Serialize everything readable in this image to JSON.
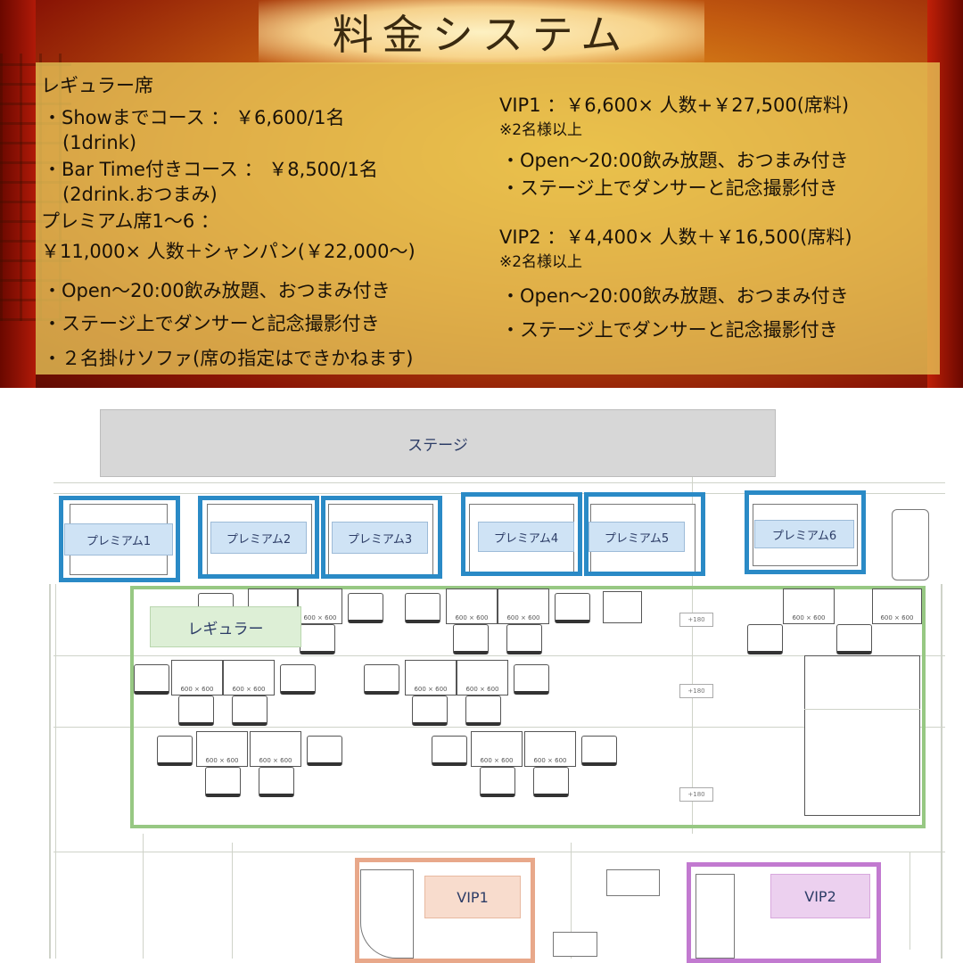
{
  "title": "料金システム",
  "regular": {
    "heading": "レギュラー席",
    "course1": "・Showまでコース ： ￥6,600/1名",
    "course1_note": "(1drink)",
    "course2": "・Bar Time付きコース ： ￥8,500/1名",
    "course2_note": "(2drink.おつまみ)"
  },
  "premium": {
    "heading": "プレミアム席1～6 ：",
    "price": "￥11,000× 人数＋シャンパン(￥22,000～)",
    "items": [
      "・Open～20:00飲み放題、おつまみ付き",
      "・ステージ上でダンサーと記念撮影付き",
      "・２名掛けソファ(席の指定はできかねます)"
    ]
  },
  "vip1": {
    "price": "VIP1 ：￥6,600× 人数+￥27,500(席料)",
    "note": "※2名様以上",
    "items": [
      "・Open～20:00飲み放題、おつまみ付き",
      "・ステージ上でダンサーと記念撮影付き"
    ]
  },
  "vip2": {
    "price": "VIP2 ：￥4,400× 人数＋￥16,500(席料)",
    "note": "※2名様以上",
    "items": [
      "・Open～20:00飲み放題、おつまみ付き",
      "・ステージ上でダンサーと記念撮影付き"
    ]
  },
  "floorplan": {
    "stage": "ステージ",
    "premium_labels": [
      "プレミアム1",
      "プレミアム2",
      "プレミアム3",
      "プレミアム4",
      "プレミアム5",
      "プレミアム6"
    ],
    "regular_label": "レギュラー",
    "vip1_label": "VIP1",
    "vip2_label": "VIP2",
    "table_size": "600 × 600",
    "level_mark": "+180"
  },
  "colors": {
    "premium": "#2a8ac6",
    "regular": "#97c883",
    "vip1": "#e8a88a",
    "vip2": "#c27ad0"
  }
}
